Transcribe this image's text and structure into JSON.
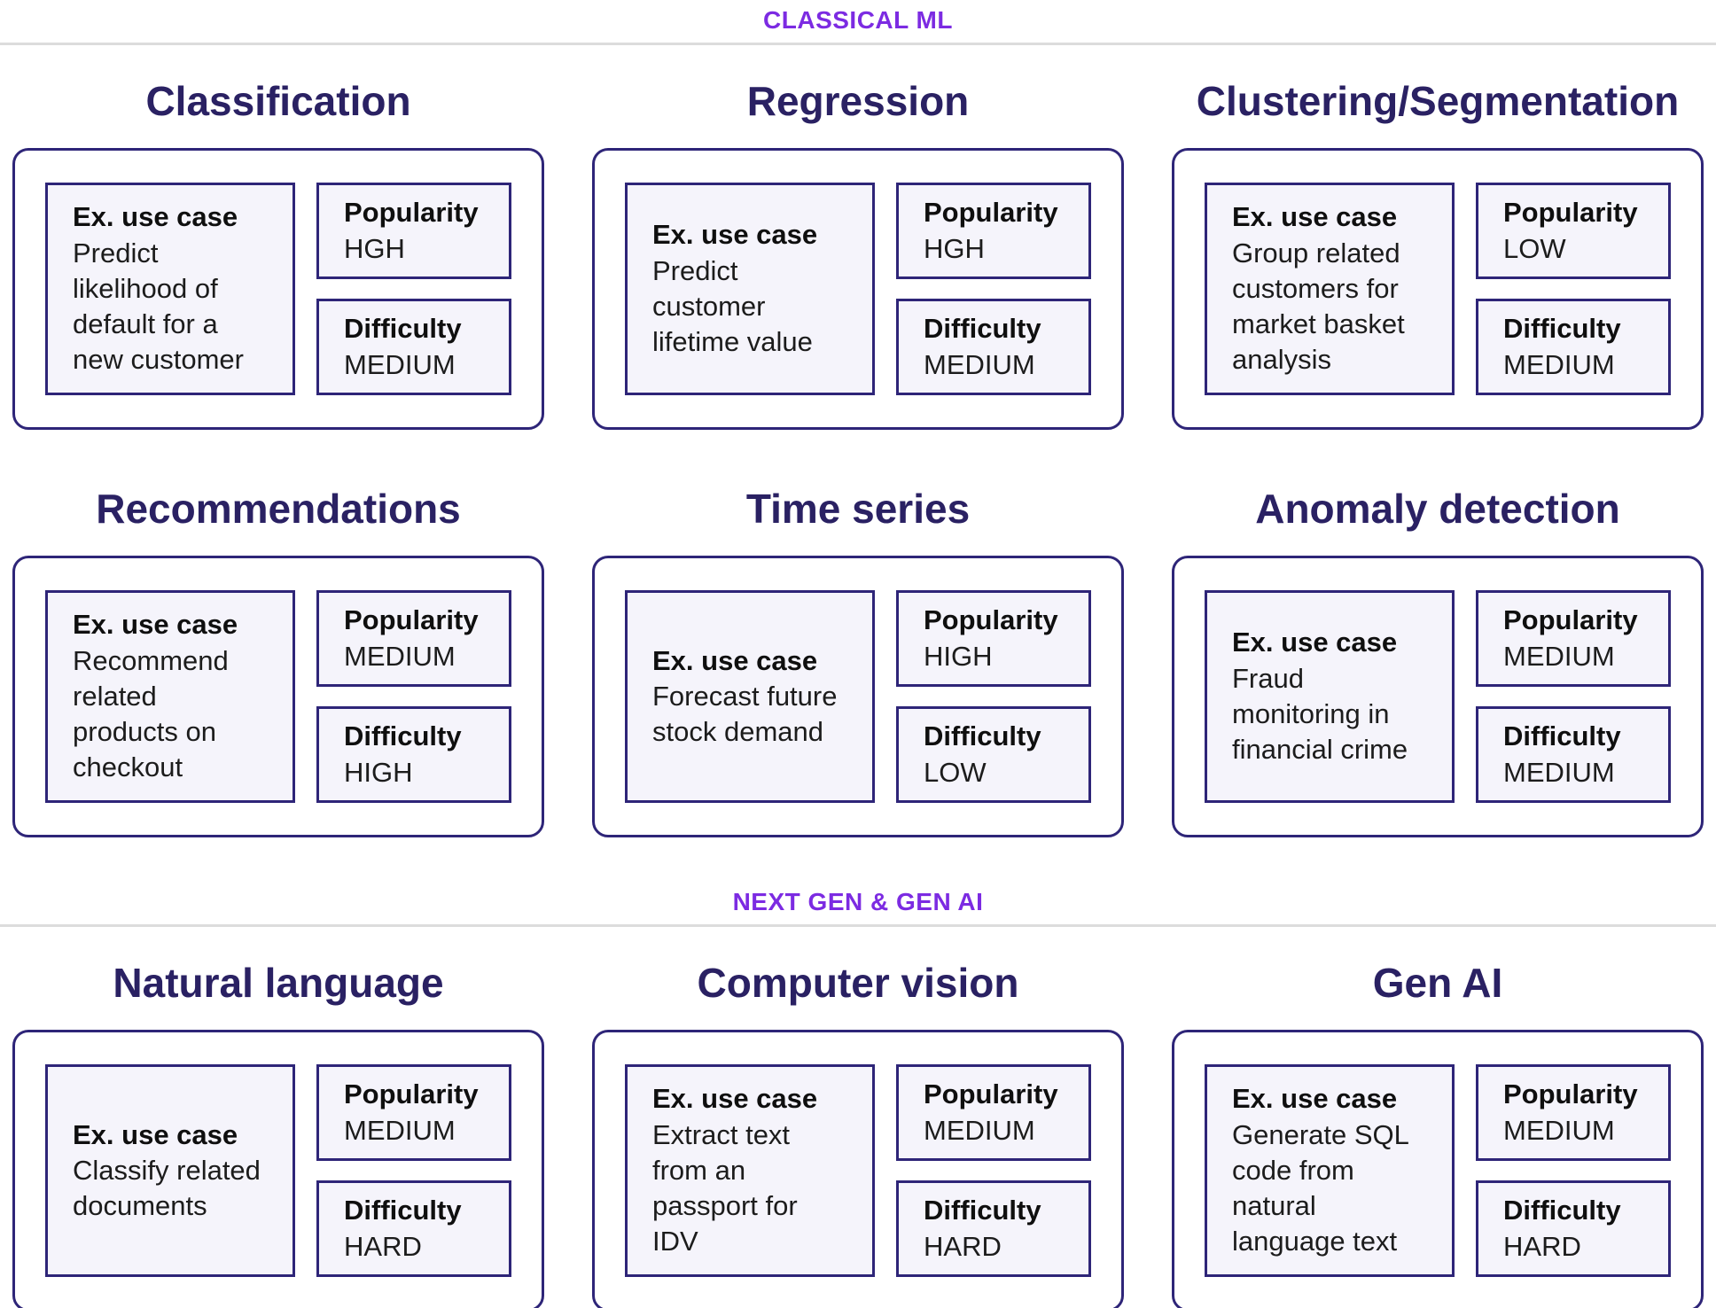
{
  "labels": {
    "use_case": "Ex. use case",
    "popularity": "Popularity",
    "difficulty": "Difficulty"
  },
  "colors": {
    "section_header_purple": "#7c2be2",
    "title_navy": "#2a2163",
    "border_indigo": "#2e2578",
    "box_fill_lavender": "#f5f4fb",
    "divider_gray": "#dcdcdc",
    "body_text": "#1c1c1c"
  },
  "sections": [
    {
      "label": "CLASSICAL ML",
      "groups": [
        {
          "title": "Classification",
          "use_case": "Predict likelihood of default for a new customer",
          "popularity": "HGH",
          "difficulty": "MEDIUM"
        },
        {
          "title": "Regression",
          "use_case": "Predict customer lifetime value",
          "popularity": "HGH",
          "difficulty": "MEDIUM"
        },
        {
          "title": "Clustering/Segmentation",
          "use_case": "Group related customers for market basket analysis",
          "popularity": "LOW",
          "difficulty": "MEDIUM"
        },
        {
          "title": "Recommendations",
          "use_case": "Recommend related products on checkout",
          "popularity": "MEDIUM",
          "difficulty": "HIGH"
        },
        {
          "title": "Time series",
          "use_case": "Forecast future stock demand",
          "popularity": "HIGH",
          "difficulty": "LOW"
        },
        {
          "title": "Anomaly detection",
          "use_case": "Fraud monitoring in financial crime",
          "popularity": "MEDIUM",
          "difficulty": "MEDIUM"
        }
      ]
    },
    {
      "label": "NEXT GEN & GEN AI",
      "groups": [
        {
          "title": "Natural language",
          "use_case": "Classify related documents",
          "popularity": "MEDIUM",
          "difficulty": "HARD"
        },
        {
          "title": "Computer vision",
          "use_case": "Extract text from an passport for IDV",
          "popularity": "MEDIUM",
          "difficulty": "HARD"
        },
        {
          "title": "Gen AI",
          "use_case": "Generate SQL code from natural language text",
          "popularity": "MEDIUM",
          "difficulty": "HARD"
        }
      ]
    }
  ]
}
